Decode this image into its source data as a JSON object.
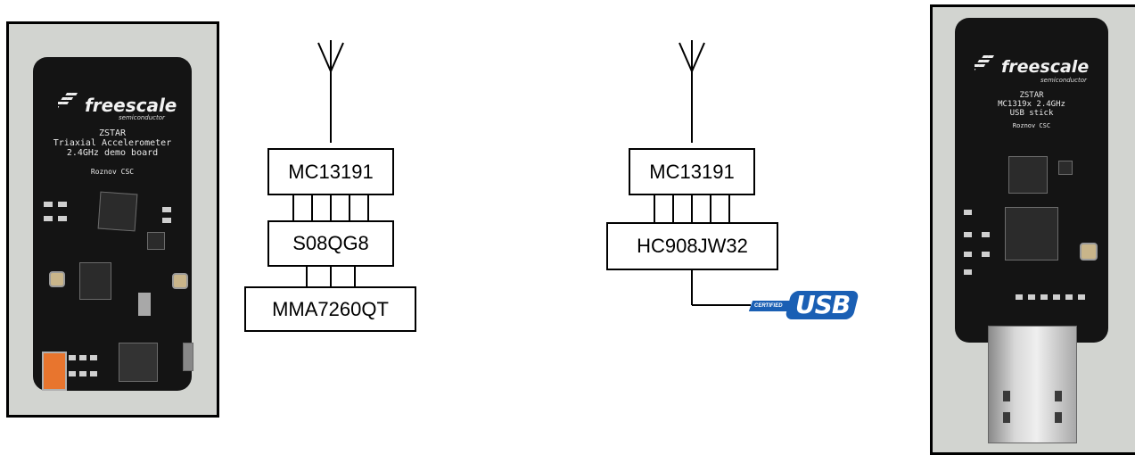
{
  "left_board": {
    "brand": "freescale",
    "brand_sub": "semiconductor",
    "title_lines": "ZSTAR\nTriaxial Accelerometer\n2.4GHz demo board",
    "location": "Roznov CSC"
  },
  "right_board": {
    "brand": "freescale",
    "brand_sub": "semiconductor",
    "title_lines": "ZSTAR\nMC1319x 2.4GHz\nUSB stick",
    "location": "Roznov CSC"
  },
  "left_diagram": {
    "radio": "MC13191",
    "mcu": "S08QG8",
    "sensor": "MMA7260QT"
  },
  "right_diagram": {
    "radio": "MC13191",
    "mcu": "HC908JW32",
    "usb_badge": "USB",
    "usb_small": "CERTIFIED"
  },
  "colors": {
    "pcb": "#141414",
    "battery": "#e8752e",
    "usb_blue": "#1a5fb4"
  }
}
